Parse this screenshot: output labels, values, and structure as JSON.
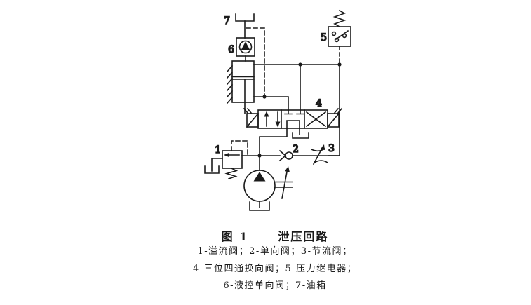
{
  "colors": {
    "line": "#1b1b1b",
    "background": "#ffffff"
  },
  "figure_caption": {
    "number": "图 1",
    "title": "泄压回路"
  },
  "legend": {
    "line1": "1-溢流阀；2-单向阀；3-节流阀；",
    "line2": "4-三位四通换向阀；5-压力继电器；",
    "line3": "6-液控单向阀；7-油箱"
  },
  "component_labels": {
    "relief_valve": "1",
    "check_valve": "2",
    "throttle_valve": "3",
    "directional_valve": "4",
    "pressure_relay": "5",
    "pilot_operated_check_valve": "6",
    "oil_tank": "7"
  },
  "components": [
    {
      "label": "1",
      "name": "溢流阀"
    },
    {
      "label": "2",
      "name": "单向阀"
    },
    {
      "label": "3",
      "name": "节流阀"
    },
    {
      "label": "4",
      "name": "三位四通换向阀"
    },
    {
      "label": "5",
      "name": "压力继电器"
    },
    {
      "label": "6",
      "name": "液控单向阀"
    },
    {
      "label": "7",
      "name": "油箱"
    }
  ]
}
